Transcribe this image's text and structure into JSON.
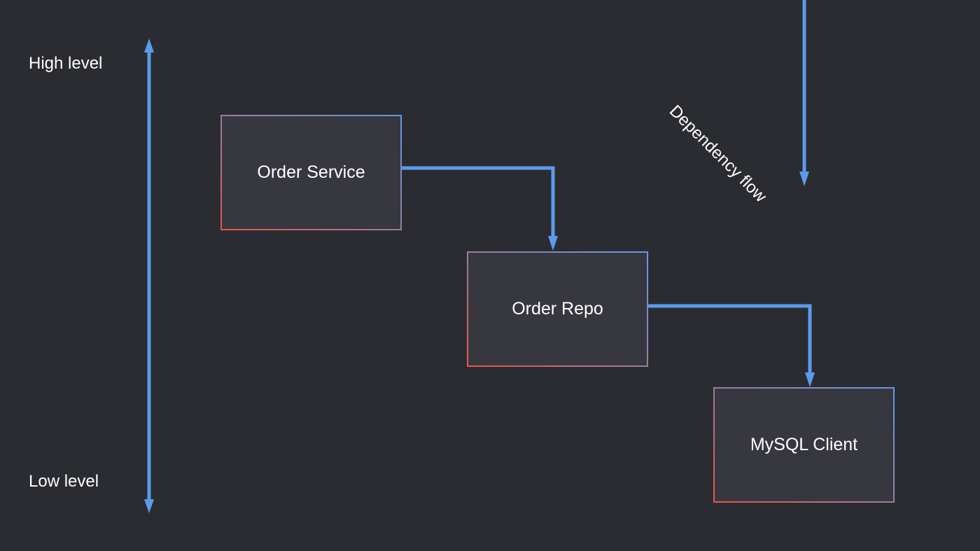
{
  "levels": {
    "high_label": "High level",
    "low_label": "Low level"
  },
  "dependency_flow": {
    "label": "Dependency flow"
  },
  "nodes": [
    {
      "label": "Order Service"
    },
    {
      "label": "Order Repo"
    },
    {
      "label": "MySQL Client"
    }
  ],
  "edges": [
    {
      "from": "Order Service",
      "to": "Order Repo"
    },
    {
      "from": "Order Repo",
      "to": "MySQL Client"
    }
  ],
  "colors": {
    "background": "#2b2c31",
    "arrow": "#5b9bea",
    "box_fill": "#37373f",
    "border_gradient_start": "#e8564a",
    "border_gradient_end": "#5b9bea",
    "text": "#ffffff"
  }
}
